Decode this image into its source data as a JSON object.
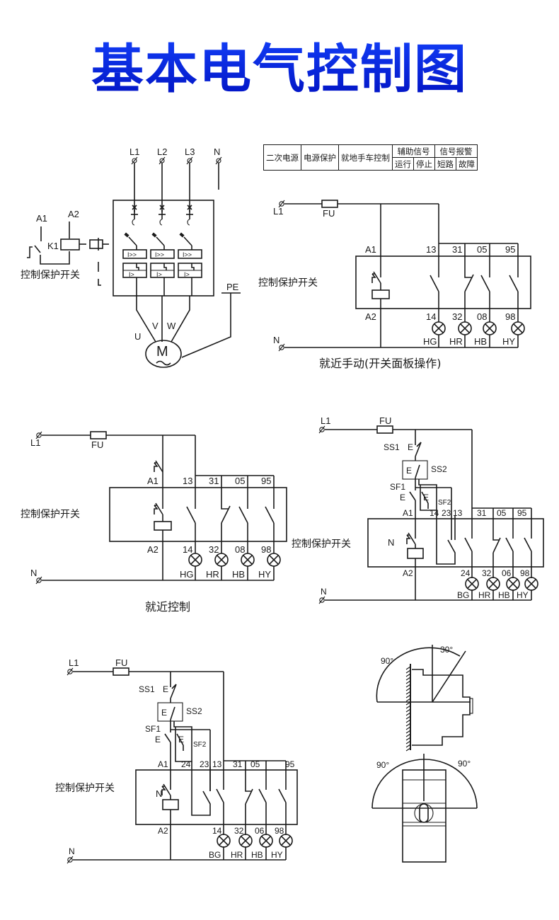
{
  "title": "基本电气控制图",
  "legend_table": {
    "columns": [
      "二次电源",
      "电源保护",
      "就地手车控制"
    ],
    "groups": [
      {
        "label": "辅助信号",
        "sub": [
          "运行",
          "停止"
        ]
      },
      {
        "label": "信号报警",
        "sub": [
          "短路",
          "故障"
        ]
      }
    ]
  },
  "main_circuit": {
    "terminals": [
      "L1",
      "L2",
      "L3",
      "N"
    ],
    "coil_terminals": [
      "A1",
      "A2"
    ],
    "coil_label": "K1",
    "switch_label": "控制保护开关",
    "motor_label": "M",
    "motor_symbol": "~",
    "phases": [
      "U",
      "V",
      "W"
    ],
    "ground": "PE"
  },
  "diagram_manual_panel": {
    "caption": "就近手动(开关面板操作)",
    "supply": "L1",
    "fuse": "FU",
    "neutral": "N",
    "switch_label": "控制保护开关",
    "coil_terminals": [
      "A1",
      "A2"
    ],
    "top_contacts": [
      "13",
      "31",
      "05",
      "95"
    ],
    "bottom_contacts": [
      "14",
      "32",
      "08",
      "98"
    ],
    "lamps": [
      "HG",
      "HR",
      "HB",
      "HY"
    ]
  },
  "diagram_local": {
    "caption": "就近控制",
    "supply": "L1",
    "fuse": "FU",
    "neutral": "N",
    "switch_label": "控制保护开关",
    "coil_terminals": [
      "A1",
      "A2"
    ],
    "top_contacts": [
      "13",
      "31",
      "05",
      "95"
    ],
    "bottom_contacts": [
      "14",
      "32",
      "08",
      "98"
    ],
    "lamps": [
      "HG",
      "HR",
      "HB",
      "HY"
    ]
  },
  "diagram_remote_a": {
    "supply": "L1",
    "fuse": "FU",
    "neutral": "N",
    "switch_label": "控制保护开关",
    "inner_label": "N",
    "buttons": [
      "SS1",
      "SS2",
      "SF1",
      "SF2"
    ],
    "button_marker": "E",
    "coil_terminals": [
      "A1",
      "A2"
    ],
    "top_contacts": [
      "14",
      "23",
      "13",
      "31",
      "05",
      "95"
    ],
    "bottom_contacts": [
      "24",
      "32",
      "06",
      "98"
    ],
    "lamps": [
      "BG",
      "HR",
      "HB",
      "HY"
    ]
  },
  "diagram_remote_b": {
    "supply": "L1",
    "fuse": "FU",
    "neutral": "N",
    "switch_label": "控制保护开关",
    "inner_label": "N",
    "buttons": [
      "SS1",
      "SS2",
      "SF1",
      "SF2"
    ],
    "button_marker": "E",
    "coil_terminals": [
      "A1",
      "A2"
    ],
    "top_contacts": [
      "24",
      "23",
      "13",
      "31",
      "05",
      "95"
    ],
    "bottom_contacts": [
      "14",
      "32",
      "06",
      "98"
    ],
    "lamps": [
      "BG",
      "HR",
      "HB",
      "HY"
    ]
  },
  "mounting": {
    "angles_side": [
      "90°",
      "30°"
    ],
    "angles_front": [
      "90°",
      "90°"
    ]
  }
}
